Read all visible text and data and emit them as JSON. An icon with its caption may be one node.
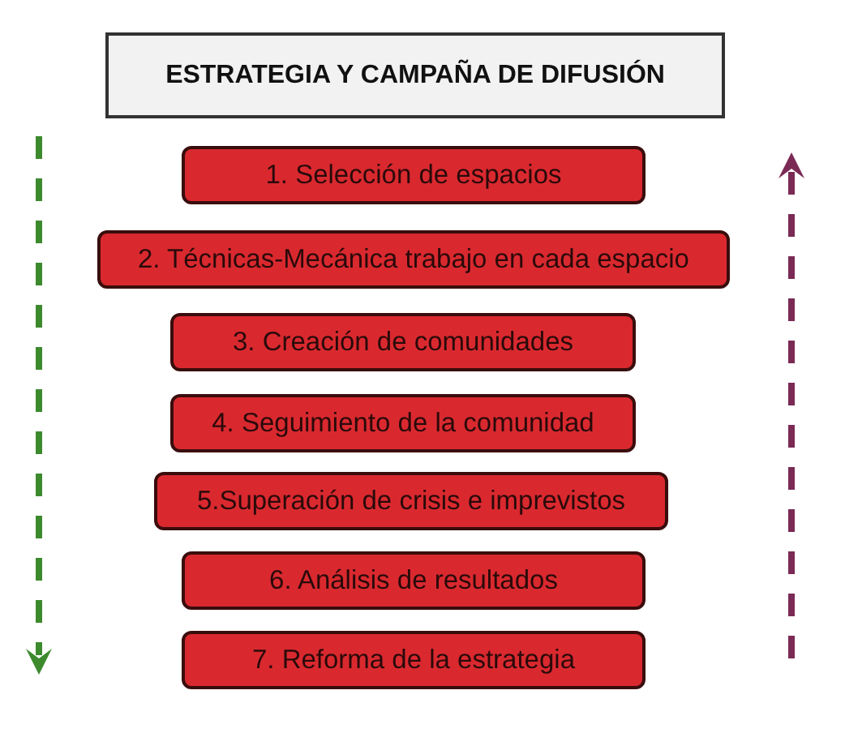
{
  "diagram": {
    "nodes": [
      {
        "text": [
          "ESTRATEGIA Y CAMPAÑA DE DIFUSIÓN"
        ]
      },
      {
        "text": [
          "1. Selección de espacios"
        ]
      },
      {
        "text": [
          "2. Técnicas-Mecánica trabajo en cada espacio"
        ]
      },
      {
        "text": [
          "3. Creación de comunidades"
        ]
      },
      {
        "text": [
          "4. Seguimiento de la comunidad"
        ]
      },
      {
        "text": [
          "5.Superación de crisis e imprevistos"
        ]
      },
      {
        "text": [
          "6. Análisis de resultados"
        ]
      },
      {
        "text": [
          "7. Reforma de la estrategia"
        ]
      }
    ]
  }
}
